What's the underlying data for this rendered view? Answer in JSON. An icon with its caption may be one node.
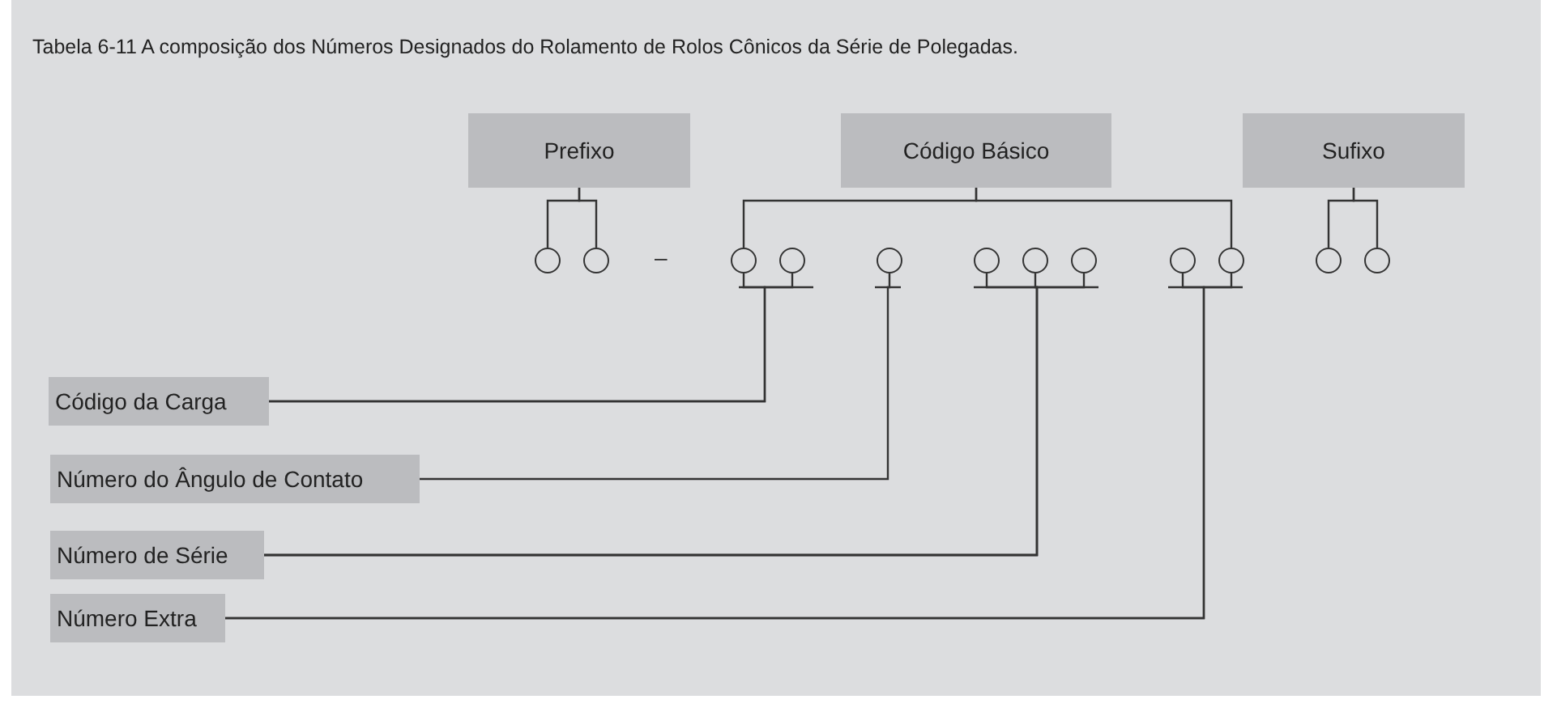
{
  "diagram": {
    "title": "Tabela 6-11 A composição dos Números Designados do Rolamento de Rolos Cônicos da Série de Polegadas.",
    "nodes": [
      {
        "text": [
          "Prefixo"
        ]
      },
      {
        "text": [
          "Código Básico"
        ]
      },
      {
        "text": [
          "Sufixo"
        ]
      },
      {
        "text": [],
        "shape": "circle"
      },
      {
        "text": [],
        "shape": "circle"
      },
      {
        "text": [],
        "shape": "circle"
      },
      {
        "text": [],
        "shape": "circle"
      },
      {
        "text": [],
        "shape": "circle"
      },
      {
        "text": [],
        "shape": "circle"
      },
      {
        "text": [],
        "shape": "circle"
      },
      {
        "text": [],
        "shape": "circle"
      },
      {
        "text": [],
        "shape": "circle"
      },
      {
        "text": [],
        "shape": "circle"
      },
      {
        "text": [],
        "shape": "circle"
      },
      {
        "text": [],
        "shape": "circle"
      },
      {
        "text": [
          "Código da Carga"
        ]
      },
      {
        "text": [
          "Número do Ângulo de Contato"
        ]
      },
      {
        "text": [
          "Número de Série"
        ]
      },
      {
        "text": [
          "Número Extra"
        ]
      }
    ],
    "edges": [
      {
        "from": 0,
        "to": 3,
        "arrow": "none"
      },
      {
        "from": 0,
        "to": 4,
        "arrow": "none"
      },
      {
        "from": 1,
        "to": 5,
        "arrow": "none"
      },
      {
        "from": 1,
        "to": 12,
        "arrow": "none"
      },
      {
        "from": 2,
        "to": 13,
        "arrow": "none"
      },
      {
        "from": 2,
        "to": 14,
        "arrow": "none"
      },
      {
        "from": 15,
        "to": 5,
        "arrow": "none"
      },
      {
        "from": 15,
        "to": 6,
        "arrow": "none"
      },
      {
        "from": 16,
        "to": 7,
        "arrow": "none"
      },
      {
        "from": 17,
        "to": 8,
        "arrow": "none"
      },
      {
        "from": 17,
        "to": 9,
        "arrow": "none"
      },
      {
        "from": 17,
        "to": 10,
        "arrow": "none"
      },
      {
        "from": 18,
        "to": 11,
        "arrow": "none"
      },
      {
        "from": 18,
        "to": 12,
        "arrow": "none"
      }
    ],
    "labels": [
      "–"
    ]
  }
}
